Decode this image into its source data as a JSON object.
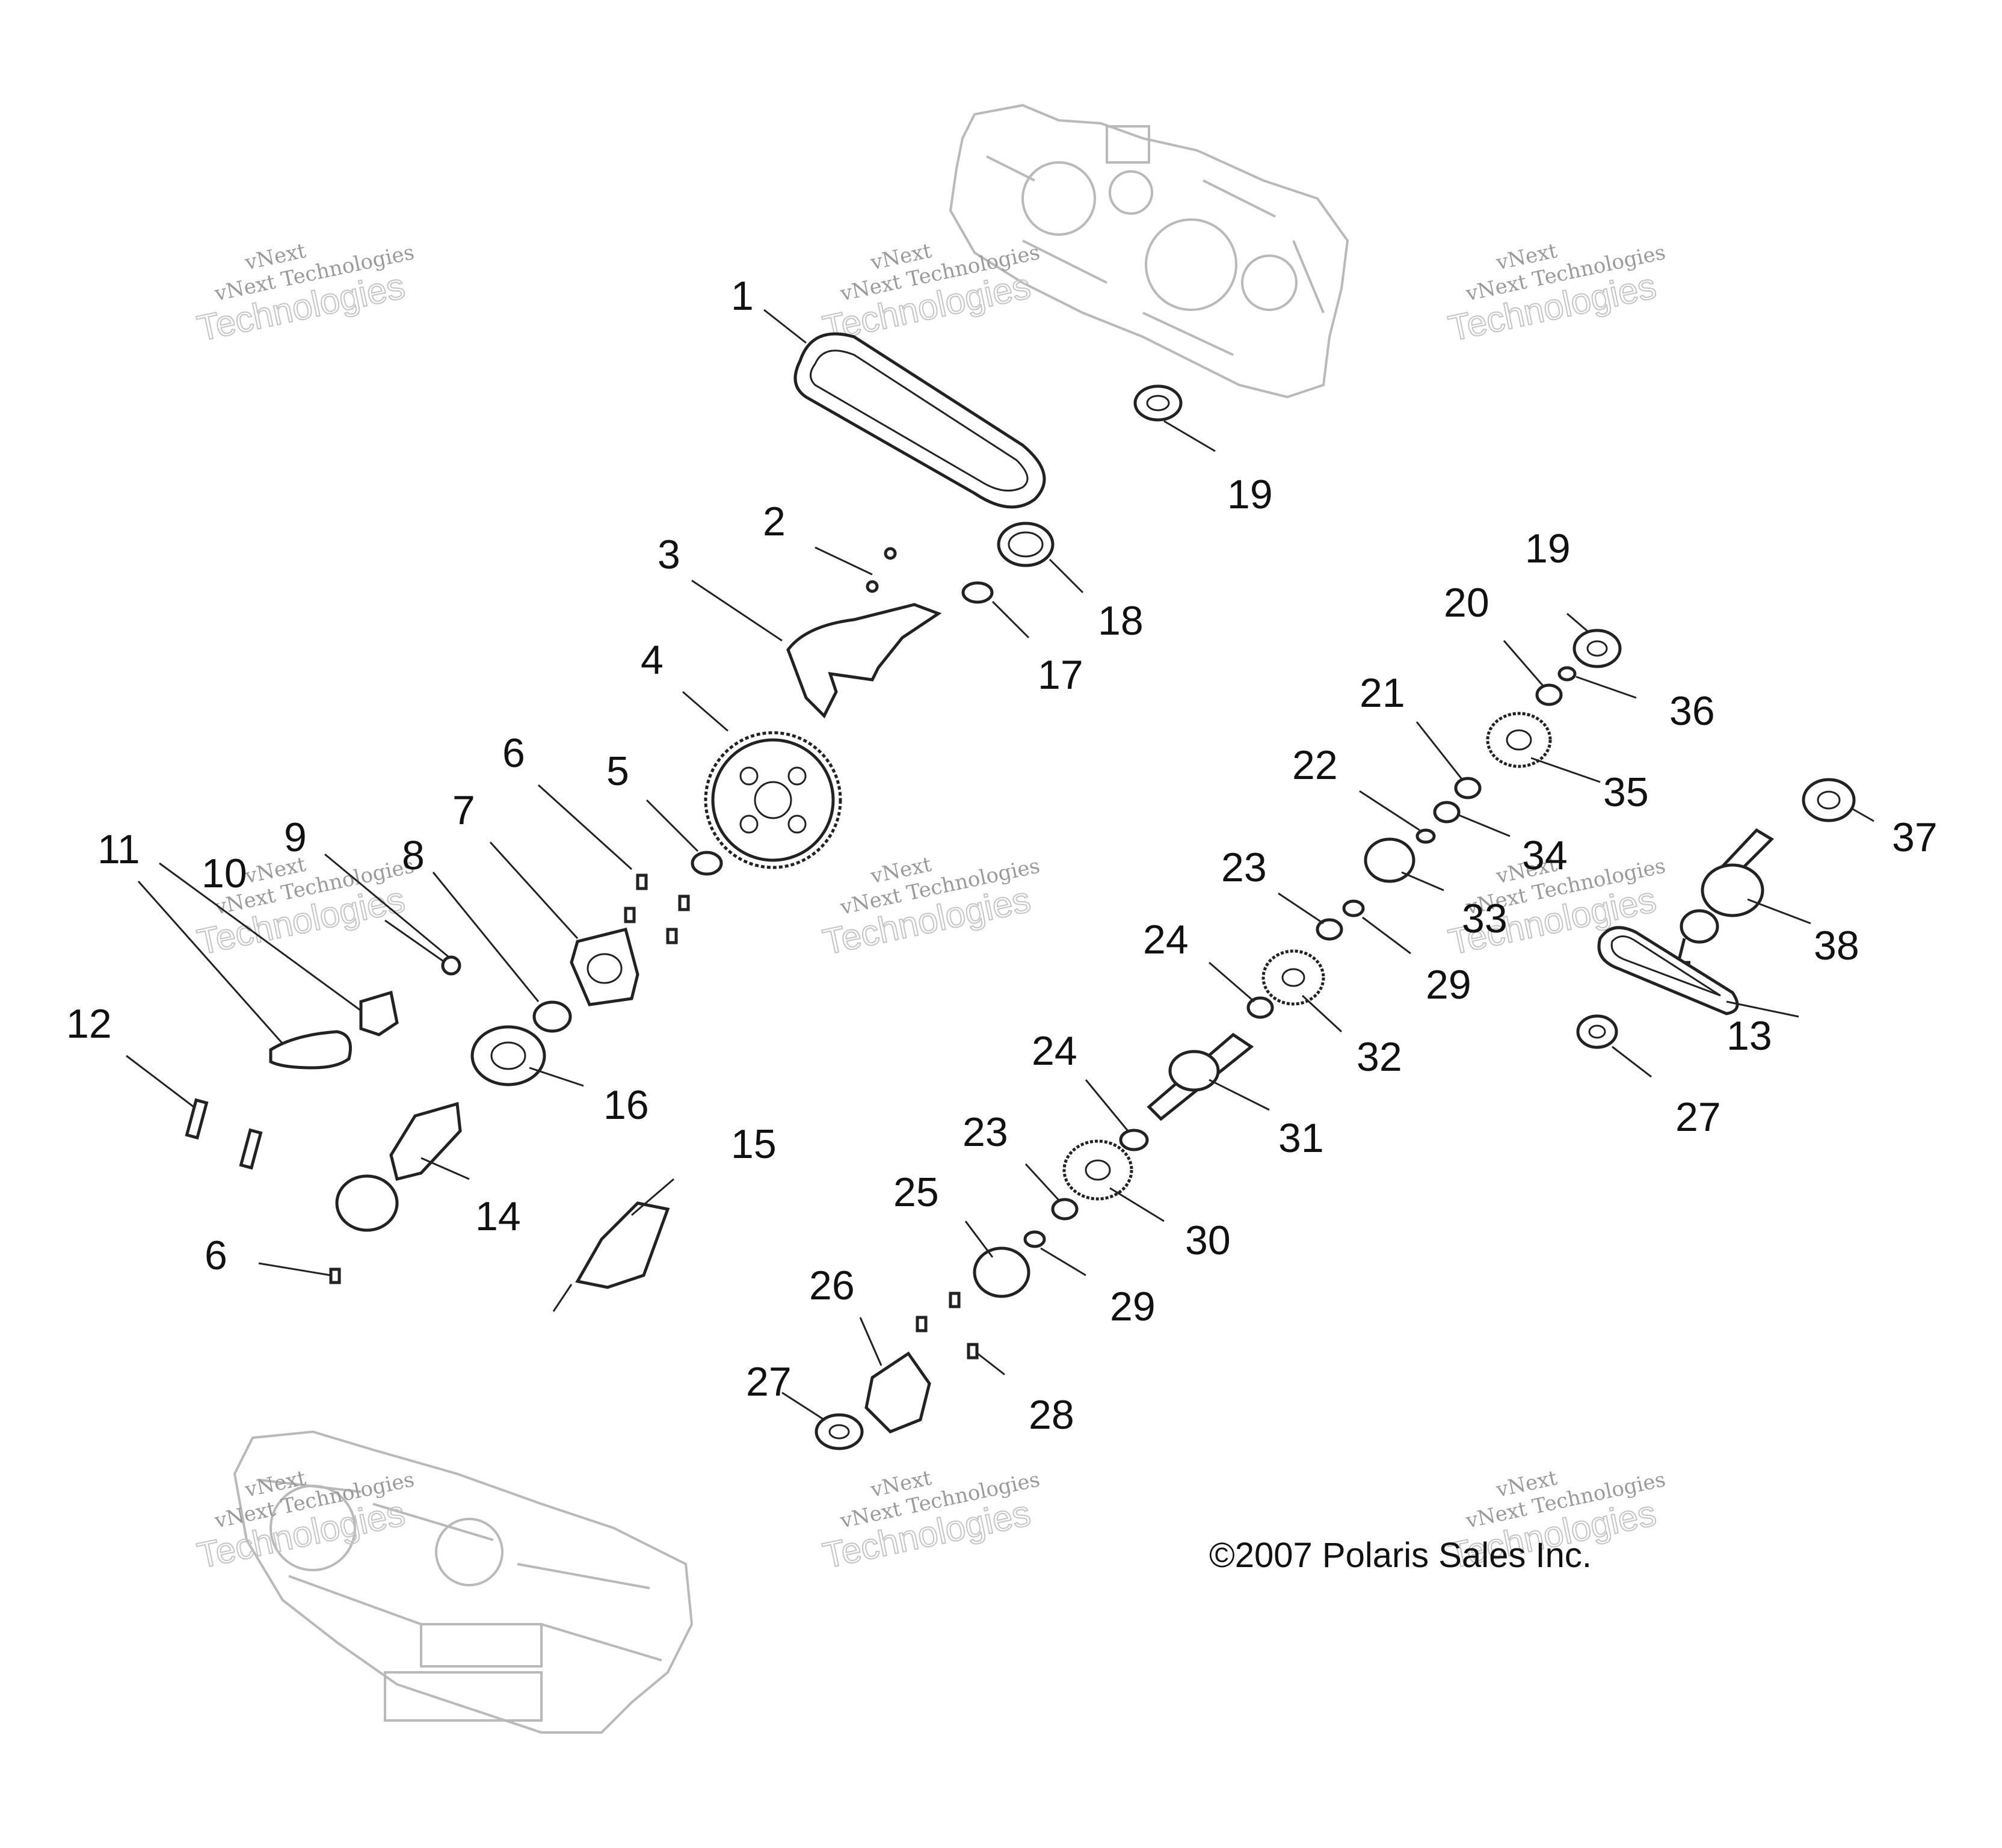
{
  "callouts": [
    "1",
    "2",
    "3",
    "4",
    "5",
    "6",
    "7",
    "8",
    "9",
    "10",
    "11",
    "12",
    "13",
    "14",
    "15",
    "16",
    "17",
    "18",
    "19",
    "19",
    "20",
    "21",
    "22",
    "23",
    "23",
    "24",
    "24",
    "25",
    "26",
    "27",
    "27",
    "28",
    "29",
    "29",
    "30",
    "31",
    "32",
    "33",
    "34",
    "35",
    "36",
    "37",
    "38",
    "6"
  ],
  "watermark": {
    "line1": "vNext",
    "line2": "vNext Technologies",
    "line3": "Technologies"
  },
  "copyright": "©2007 Polaris Sales Inc."
}
